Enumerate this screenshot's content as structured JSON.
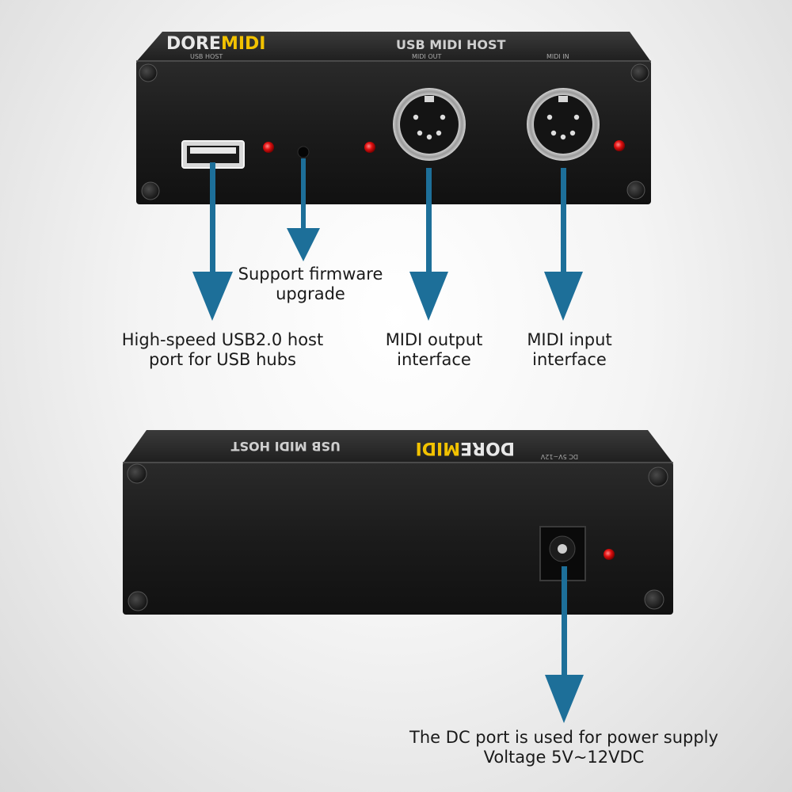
{
  "brand": {
    "prefix": "DORE",
    "suffix": "MIDI"
  },
  "product_label": "USB MIDI HOST",
  "top_unit": {
    "port_labels": [
      "USB HOST",
      "MIDI OUT",
      "MIDI IN"
    ]
  },
  "bottom_unit": {
    "power_label": "DC 5V~12V"
  },
  "callouts": {
    "usb_port": {
      "line1": "High-speed USB2.0 host",
      "line2": "port for USB hubs"
    },
    "firmware": {
      "line1": "Support firmware",
      "line2": "upgrade"
    },
    "midi_out": {
      "line1": "MIDI output",
      "line2": "interface"
    },
    "midi_in": {
      "line1": "MIDI input",
      "line2": "interface"
    },
    "dc_port": {
      "line1": "The DC port is used for power supply",
      "line2": "Voltage 5V~12VDC"
    }
  },
  "colors": {
    "arrow": "#1d6f99",
    "device_body": "#1a1a1a",
    "brand_accent": "#f2c200",
    "led": "#d61a1a"
  }
}
